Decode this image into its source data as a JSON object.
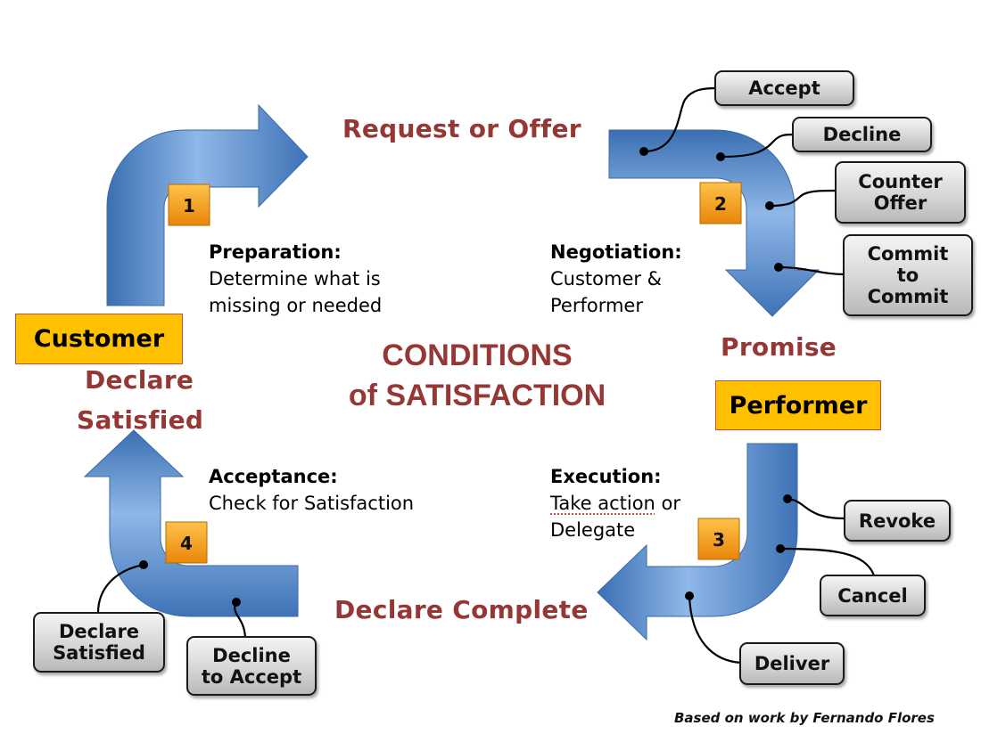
{
  "center_title": {
    "line1": "CONDITIONS",
    "line2": "of SATISFACTION"
  },
  "headings": {
    "request": "Request or Offer",
    "promise": "Promise",
    "declare_complete": "Declare Complete",
    "declare_satisfied_line1": "Declare",
    "declare_satisfied_line2": "Satisfied"
  },
  "roles": {
    "customer": "Customer",
    "performer": "Performer"
  },
  "steps": [
    "1",
    "2",
    "3",
    "4"
  ],
  "phases": {
    "preparation": {
      "title": "Preparation:",
      "line1": "Determine what is",
      "line2": "missing or needed"
    },
    "negotiation": {
      "title": "Negotiation:",
      "line1": "Customer &",
      "line2": "Performer"
    },
    "execution": {
      "title": "Execution:",
      "line1a": "Take action",
      "line1b": " or",
      "line2": "Delegate"
    },
    "acceptance": {
      "title": "Acceptance:",
      "line1": "Check for Satisfaction"
    }
  },
  "actions": {
    "accept": "Accept",
    "decline": "Decline",
    "counter_offer": [
      "Counter",
      "Offer"
    ],
    "commit_to_commit": [
      "Commit",
      "to",
      "Commit"
    ],
    "revoke": "Revoke",
    "cancel": "Cancel",
    "deliver": "Deliver",
    "declare_satisfied": [
      "Declare",
      "Satisfied"
    ],
    "decline_to_accept": [
      "Decline",
      "to Accept"
    ]
  },
  "credit": "Based on work by Fernando Flores",
  "colors": {
    "heading": "#953735",
    "role_box": "#ffc000",
    "step_badge": "#f7a21b",
    "arrow": "#5b8fd0"
  }
}
